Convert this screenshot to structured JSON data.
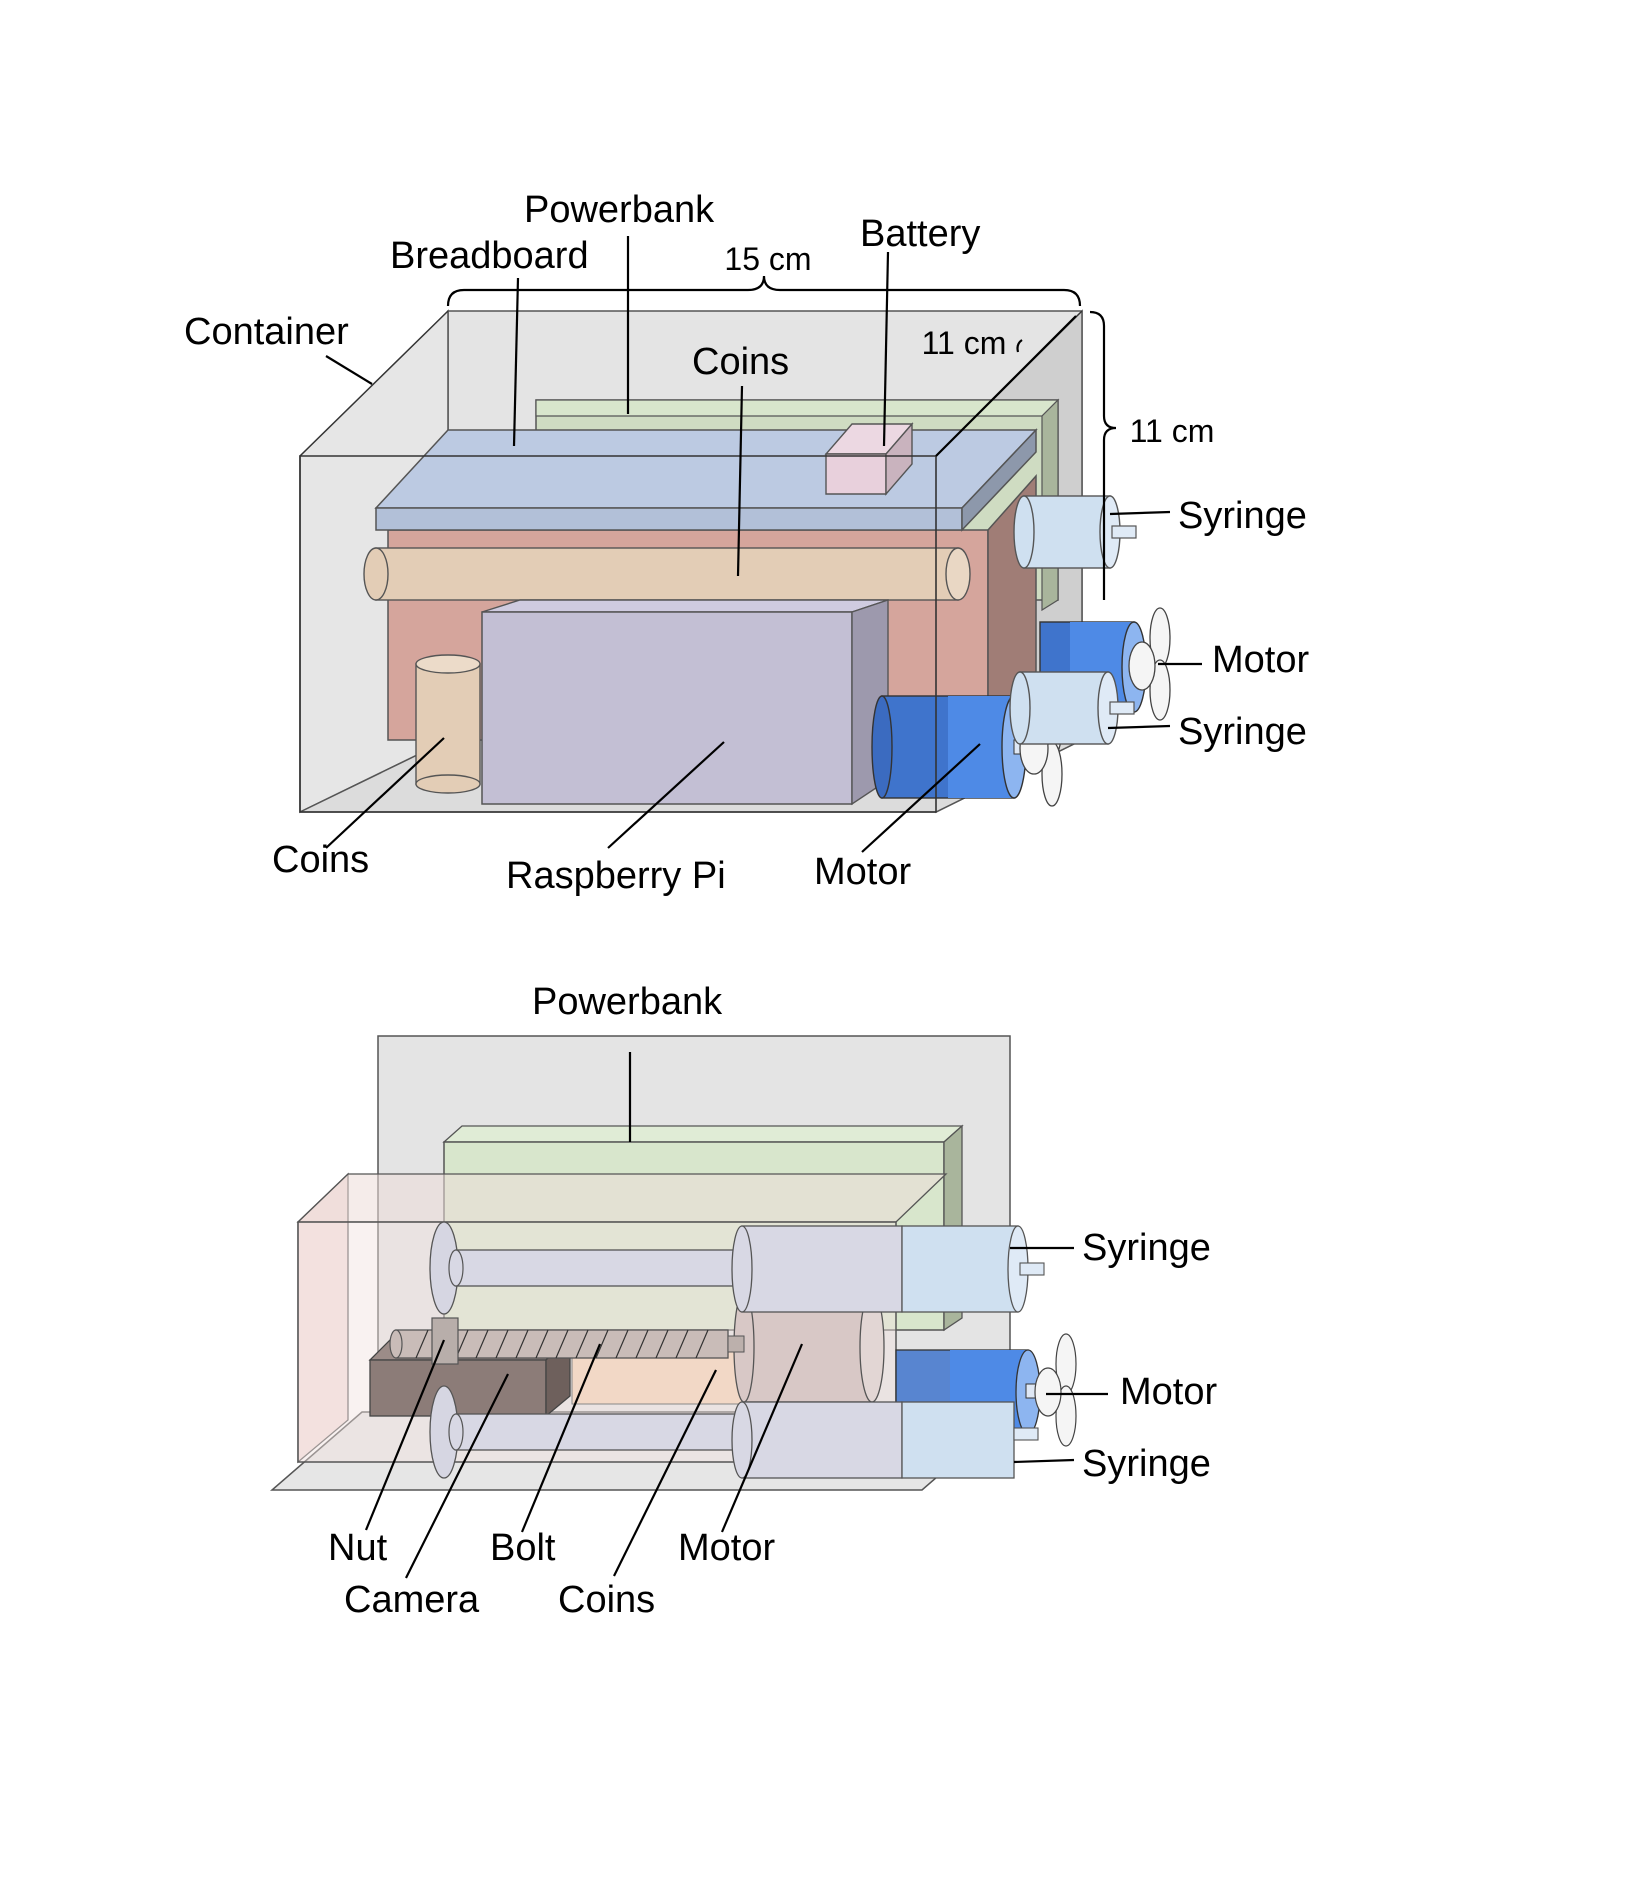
{
  "top_view": {
    "labels": {
      "container": "Container",
      "breadboard": "Breadboard",
      "powerbank": "Powerbank",
      "battery": "Battery",
      "coins_top": "Coins",
      "coins_bottom": "Coins",
      "raspberry_pi": "Raspberry Pi",
      "motor_front": "Motor",
      "syringe_upper": "Syringe",
      "motor_side": "Motor",
      "syringe_lower": "Syringe"
    },
    "dimensions": {
      "width": "15 cm",
      "depth": "11 cm",
      "height": "11 cm"
    }
  },
  "bottom_view": {
    "labels": {
      "powerbank": "Powerbank",
      "syringe_upper": "Syringe",
      "motor_side": "Motor",
      "syringe_lower": "Syringe",
      "nut": "Nut",
      "camera": "Camera",
      "bolt": "Bolt",
      "coins": "Coins",
      "motor": "Motor"
    }
  },
  "colors": {
    "container": "#e4e4e4",
    "breadboard": "#bccae2",
    "powerbank": "#d8e6cc",
    "battery": "#e8d0dc",
    "coins": "#e3cdb6",
    "raspberry_pi": "#c3bfd4",
    "motor": "#4c84e0",
    "syringe": "#cfe0f0",
    "base_board": "#d5a59c"
  }
}
